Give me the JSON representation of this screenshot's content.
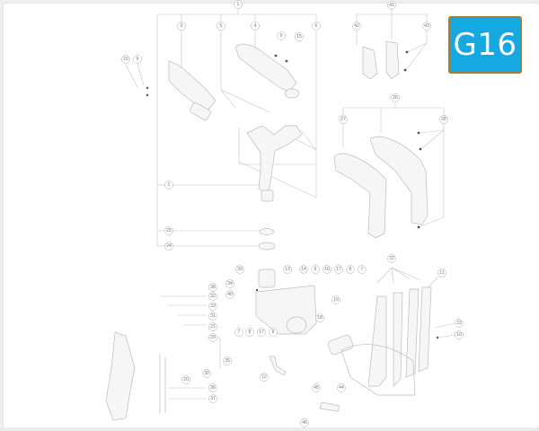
{
  "page": {
    "type": "exploded parts diagram",
    "section_badge": {
      "label": "G16",
      "background": "#16a8e0",
      "border": "#a67c2e",
      "text_color": "#ffffff"
    }
  },
  "callouts": {
    "c1": "1",
    "c2": "2",
    "c3": "3",
    "c4": "4",
    "c5": "5",
    "c6": "6",
    "c7a": "7",
    "c7b": "7",
    "c8a": "8",
    "c8b": "8",
    "c8c": "8",
    "c8d": "8",
    "c9a": "9",
    "c9b": "9",
    "c10": "10",
    "c11": "11",
    "c12": "12",
    "c13": "13",
    "c14": "14",
    "c15a": "15",
    "c15b": "15",
    "c16": "16",
    "c17a": "17",
    "c17b": "17",
    "c18": "18",
    "c19": "19",
    "c20": "20",
    "c21": "21",
    "c22": "22",
    "c23": "23",
    "c24": "24",
    "c25": "25",
    "c26": "26",
    "c27": "27",
    "c28": "28",
    "c29": "29",
    "c30": "30",
    "c31": "31",
    "c32": "32",
    "c33": "33",
    "c34": "34",
    "c35": "35",
    "c36": "36",
    "c37": "37",
    "c38": "38",
    "c39": "39",
    "c40": "40",
    "c41": "41",
    "c42": "42",
    "c43": "43",
    "c44": "44",
    "c45": "45",
    "c46": "46"
  }
}
